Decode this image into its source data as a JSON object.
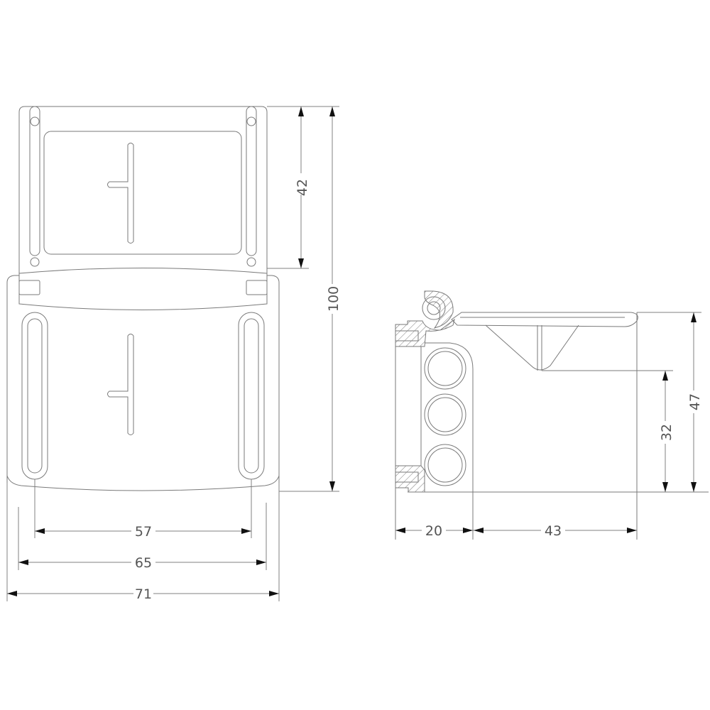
{
  "drawing": {
    "type": "technical-drawing",
    "views": [
      "front-view",
      "side-section-view"
    ],
    "line_color": "#7a7a7a",
    "arrow_color": "#111111",
    "background": "#ffffff"
  },
  "front_view": {
    "dimensions": {
      "lid_height": "42",
      "total_height": "100",
      "slot_spacing": "57",
      "inner_width": "65",
      "overall_width": "71"
    }
  },
  "side_view": {
    "dimensions": {
      "lid_height": "47",
      "box_height": "32",
      "entry_depth": "20",
      "body_depth": "43"
    },
    "cable_entries": 3
  }
}
